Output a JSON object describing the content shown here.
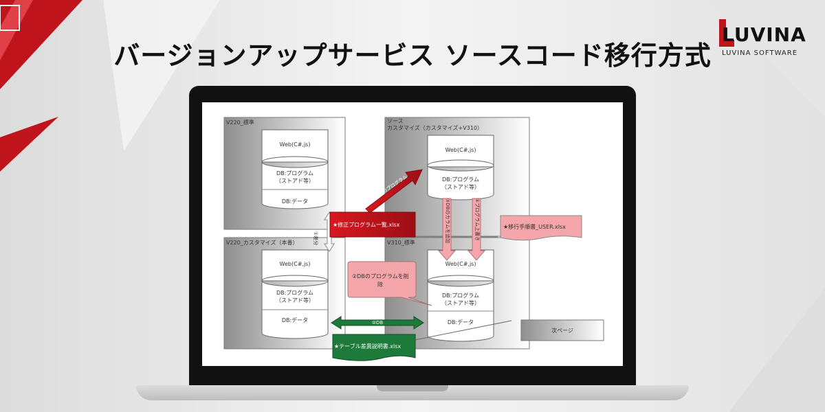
{
  "page": {
    "title": "バージョンアップサービス ソースコード移行方式"
  },
  "logo": {
    "word": "LUVINA",
    "sub": "LUVINA SOFTWARE"
  },
  "diagram": {
    "boxes": {
      "v220_std": "V220_標準",
      "v220_custom": "V220_カスタマイズ（本番）",
      "src_custom_line1": "ソース",
      "src_custom_line2": "カスタマイズ（カスタマイズ+V310）",
      "v310_std": "V310_標準"
    },
    "layers": {
      "web": "Web(C#,js)",
      "db_program_1": "DB:プログラム",
      "db_program_2": "（ストアド等）",
      "db_data": "DB:データ"
    },
    "arrows": {
      "diff": "①差分",
      "program": "①、③のプログラム",
      "db_column_add": "③DBのカラムを追加",
      "program_overwrite": "④プログラム上書き",
      "db": "②DB"
    },
    "notes": {
      "fix_list": "★修正プログラム一覧.xlsx",
      "migration_manual": "★移行手順書_USER.xlsx",
      "table_diff": "★テーブル差異説明書.xlsx",
      "delete_callout_1": "②DBのプログラムを削",
      "delete_callout_2": "除",
      "next_page": "次ページ"
    },
    "colors": {
      "red": "#c0141c",
      "pink": "#f4a6aa",
      "green": "#1d7a3a",
      "box_grey": "#9a9a9a"
    }
  }
}
